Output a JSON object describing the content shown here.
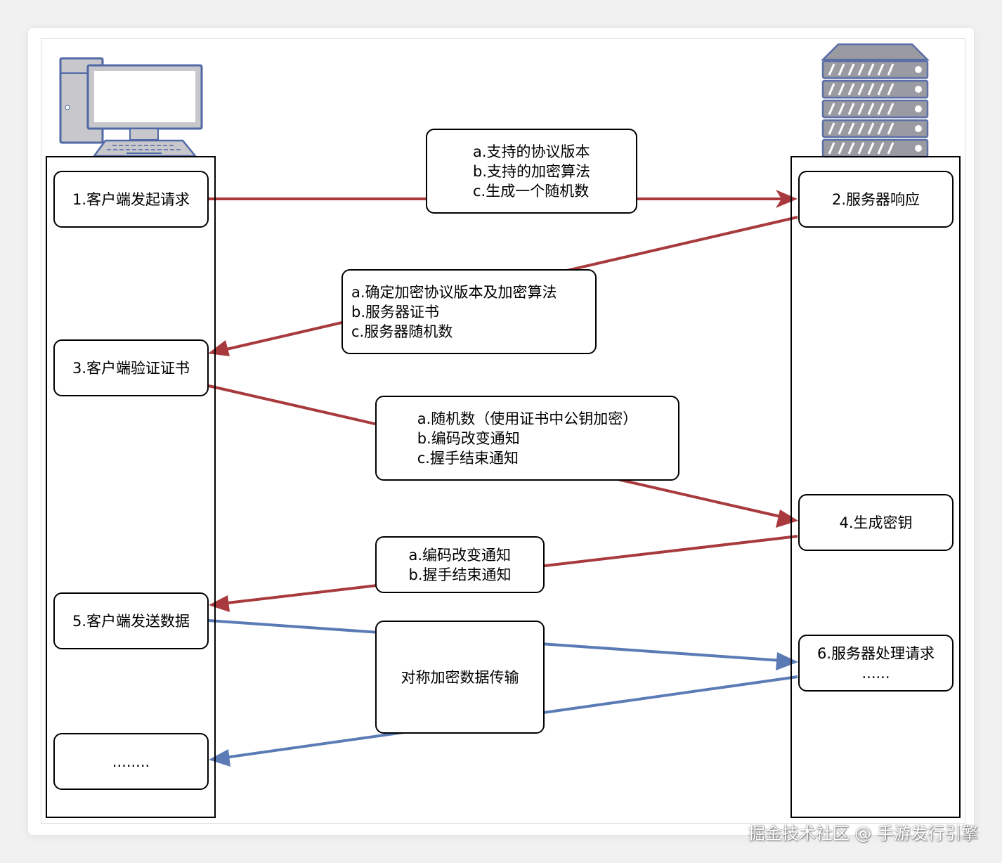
{
  "colors": {
    "handshake_arrow": "#a83a3e",
    "data_arrow": "#5b7bb6",
    "computer_fill": "#c8c8cc",
    "computer_stroke": "#5069a6",
    "server_fill": "#9a9aa3",
    "server_stroke": "#5a6fa6"
  },
  "icons": {
    "client": "desktop-computer-icon",
    "server": "server-rack-icon"
  },
  "client_steps": {
    "s1": "1.客户端发起请求",
    "s3": "3.客户端验证证书",
    "s5": "5.客户端发送数据",
    "s7": "........"
  },
  "server_steps": {
    "s2": "2.服务器响应",
    "s4": "4.生成密钥",
    "s6_line1": "6.服务器处理请求",
    "s6_line2": "......"
  },
  "messages": {
    "client_hello": [
      "a.支持的协议版本",
      "b.支持的加密算法",
      "c.生成一个随机数"
    ],
    "server_hello": [
      "a.确定加密协议版本及加密算法",
      "b.服务器证书",
      "c.服务器随机数"
    ],
    "client_key_exchange": [
      "a.随机数（使用证书中公钥加密）",
      "b.编码改变通知",
      "c.握手结束通知"
    ],
    "server_finished": [
      "a.编码改变通知",
      "b.握手结束通知"
    ],
    "symmetric_transfer": "对称加密数据传输"
  },
  "watermark": "掘金技术社区 @ 手游发行引擎"
}
